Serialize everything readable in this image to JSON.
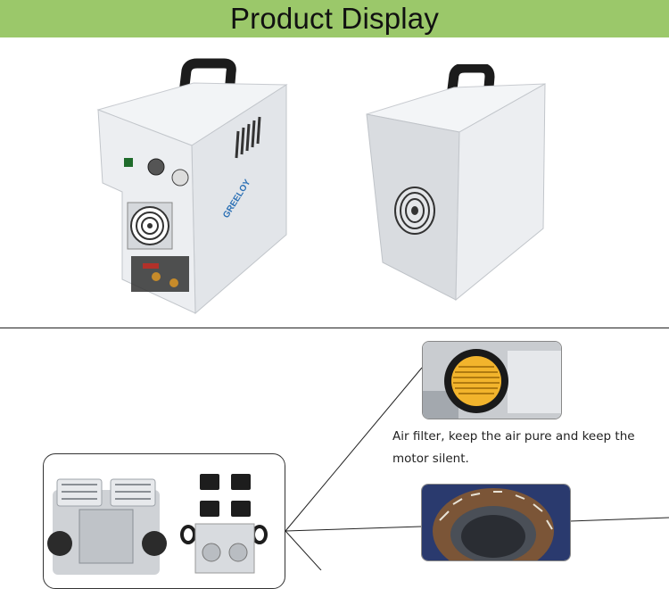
{
  "header": {
    "title": "Product Display"
  },
  "captions": {
    "air_filter": "Air filter, keep the air pure and keep the motor silent."
  },
  "colors": {
    "header_bg": "#9bc86a",
    "filter_yellow": "#f2b42c",
    "body_grey": "#e7e9ec"
  },
  "images": {
    "front": "compressor-front-view",
    "back": "compressor-back-view",
    "parts": "pump-and-parts-photo",
    "filter": "air-filter-closeup",
    "stator": "motor-stator-closeup"
  }
}
